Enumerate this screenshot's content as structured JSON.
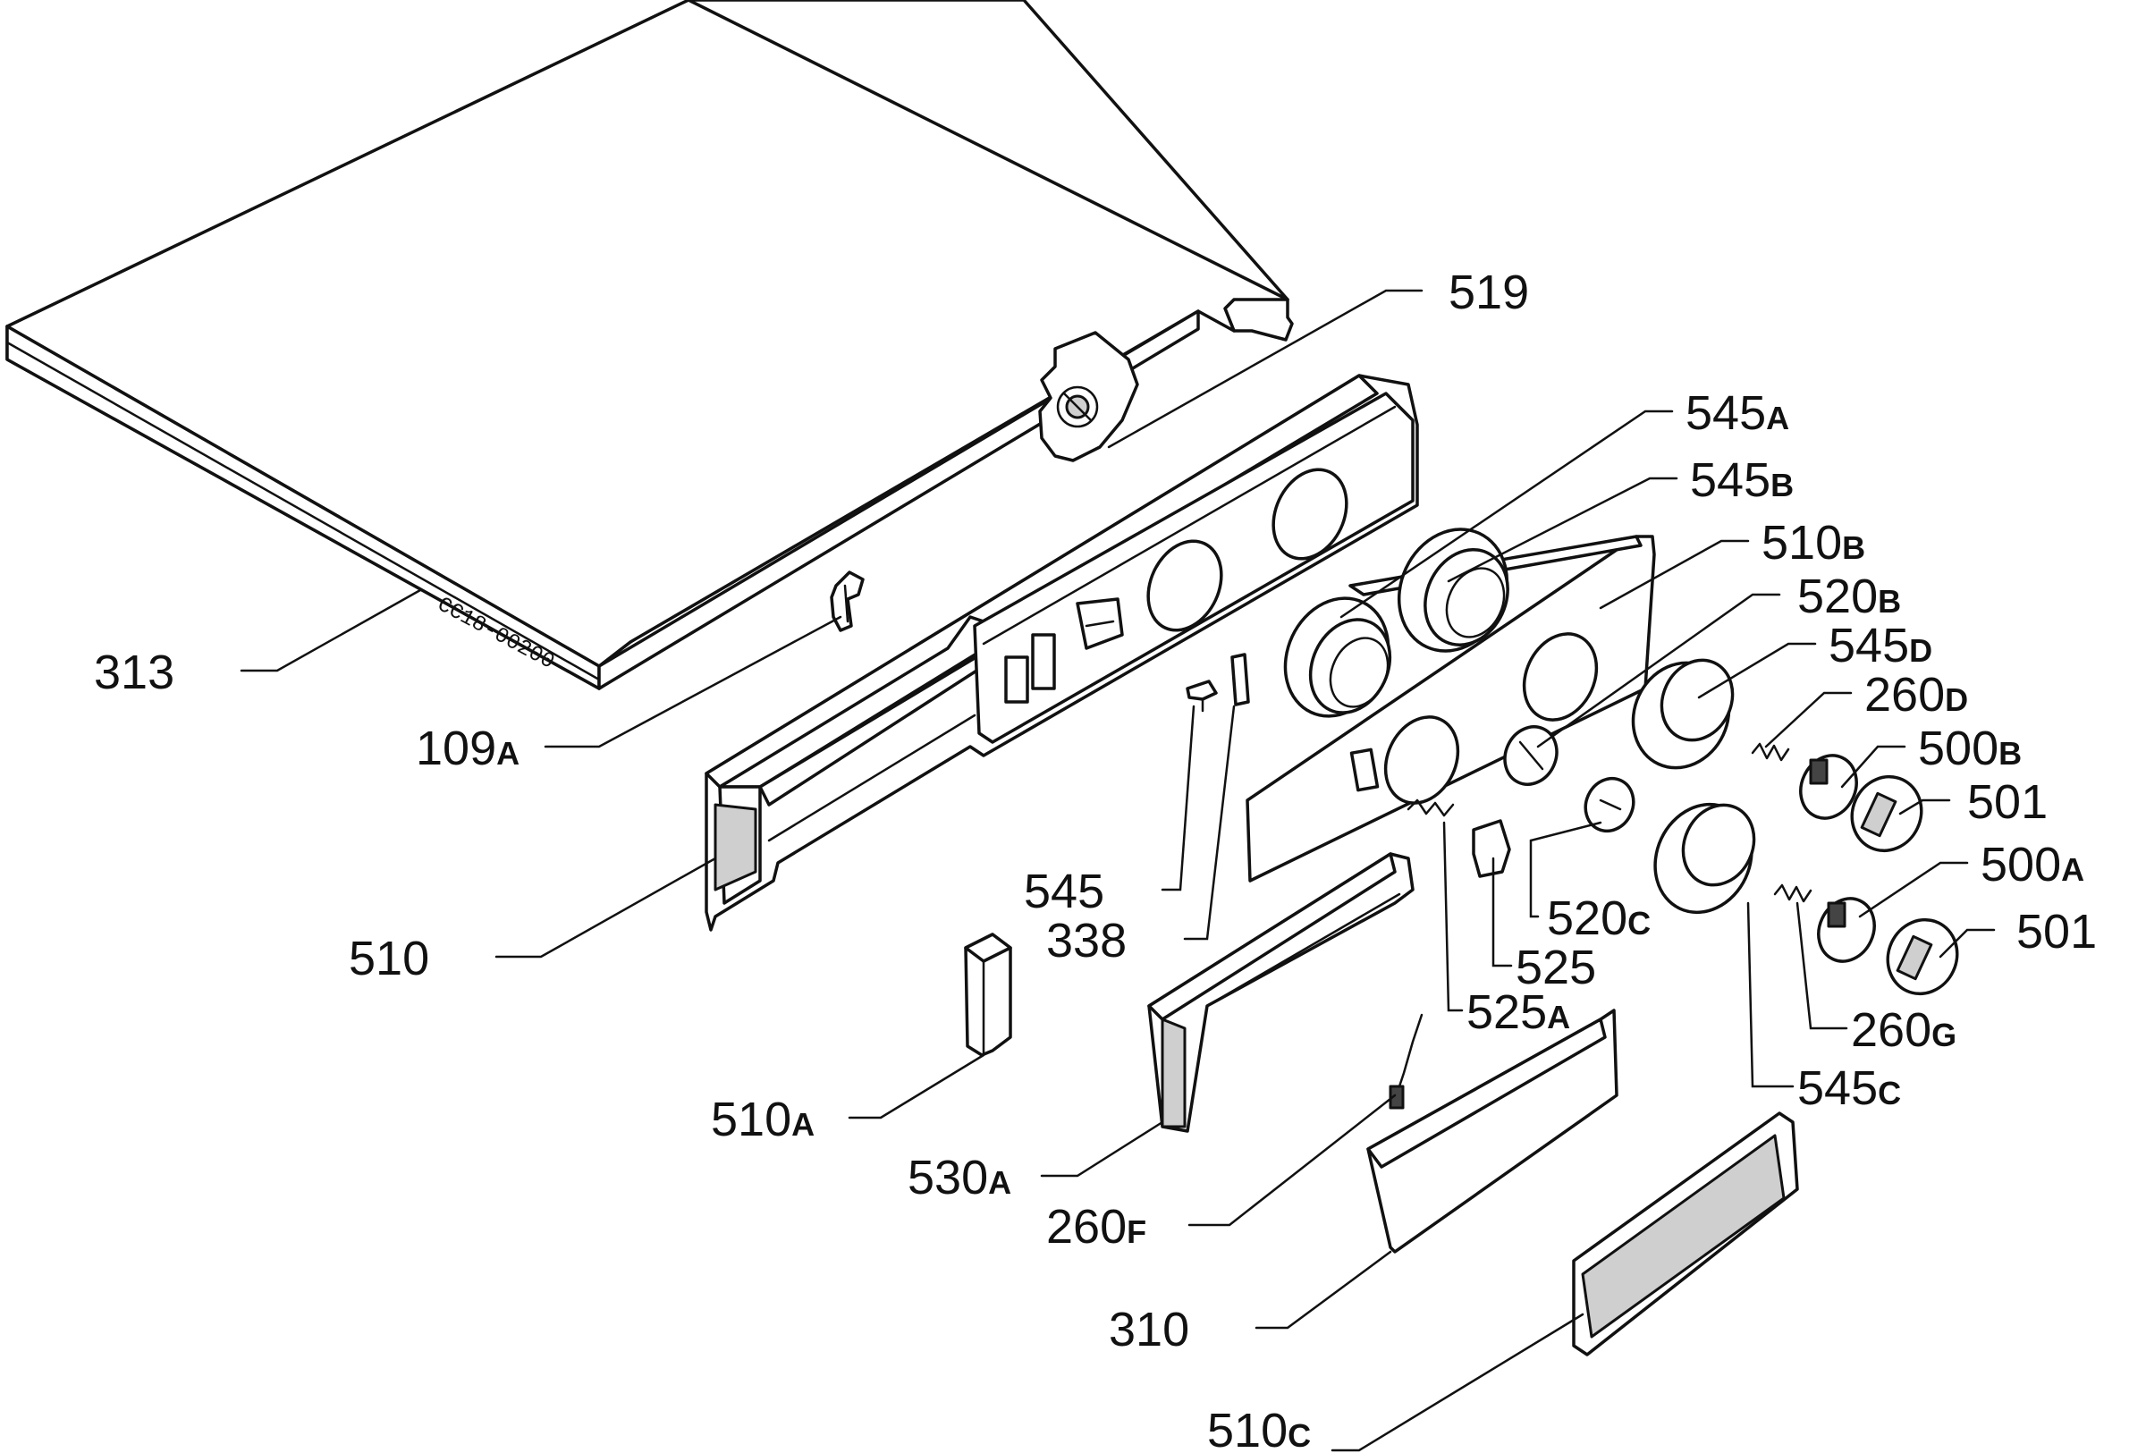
{
  "diagram": {
    "stamp_text": "CC18-00200",
    "callouts": [
      {
        "id": "519",
        "num": "519",
        "suffix": ""
      },
      {
        "id": "545A",
        "num": "545",
        "suffix": "A"
      },
      {
        "id": "545B",
        "num": "545",
        "suffix": "B"
      },
      {
        "id": "510B",
        "num": "510",
        "suffix": "B"
      },
      {
        "id": "520B",
        "num": "520",
        "suffix": "B"
      },
      {
        "id": "545D",
        "num": "545",
        "suffix": "D"
      },
      {
        "id": "260D",
        "num": "260",
        "suffix": "D"
      },
      {
        "id": "500B",
        "num": "500",
        "suffix": "B"
      },
      {
        "id": "501a",
        "num": "501",
        "suffix": ""
      },
      {
        "id": "500A",
        "num": "500",
        "suffix": "A"
      },
      {
        "id": "501b",
        "num": "501",
        "suffix": ""
      },
      {
        "id": "313",
        "num": "313",
        "suffix": ""
      },
      {
        "id": "109A",
        "num": "109",
        "suffix": "A"
      },
      {
        "id": "510",
        "num": "510",
        "suffix": ""
      },
      {
        "id": "545",
        "num": "545",
        "suffix": ""
      },
      {
        "id": "338",
        "num": "338",
        "suffix": ""
      },
      {
        "id": "520C",
        "num": "520",
        "suffix": "C"
      },
      {
        "id": "525",
        "num": "525",
        "suffix": ""
      },
      {
        "id": "525A",
        "num": "525",
        "suffix": "A"
      },
      {
        "id": "260G",
        "num": "260",
        "suffix": "G"
      },
      {
        "id": "545C",
        "num": "545",
        "suffix": "C"
      },
      {
        "id": "510A",
        "num": "510",
        "suffix": "A"
      },
      {
        "id": "530A",
        "num": "530",
        "suffix": "A"
      },
      {
        "id": "260F",
        "num": "260",
        "suffix": "F"
      },
      {
        "id": "310",
        "num": "310",
        "suffix": ""
      },
      {
        "id": "510C",
        "num": "510",
        "suffix": "C"
      }
    ]
  }
}
